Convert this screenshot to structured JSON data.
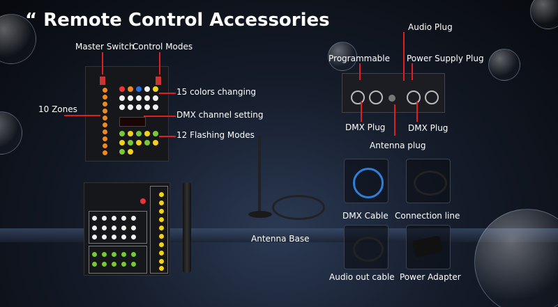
{
  "title": "“ Remote Control Accessories",
  "labels": {
    "master_switch": "Master Switch",
    "control_modes": "Control Modes",
    "zones": "10 Zones",
    "colors": "15 colors changing",
    "dmx_setting": "DMX channel setting",
    "flashing": "12 Flashing Modes",
    "audio_plug": "Audio Plug",
    "programmable": "Programmable",
    "power_supply_plug": "Power Supply Plug",
    "dmx_plug_left": "DMX Plug",
    "dmx_plug_right": "DMX Plug",
    "antenna_plug": "Antenna plug",
    "antenna_base": "Antenna Base",
    "dmx_cable": "DMX Cable",
    "connection_line": "Connection line",
    "audio_out_cable": "Audio out cable",
    "power_adapter": "Power Adapter"
  },
  "colors": {
    "callout": "#e02020",
    "button_white": "#f2f2f2",
    "button_orange": "#f08a1a",
    "button_yellow": "#f2d21a",
    "button_green": "#78c83a",
    "display": "#e82020"
  }
}
